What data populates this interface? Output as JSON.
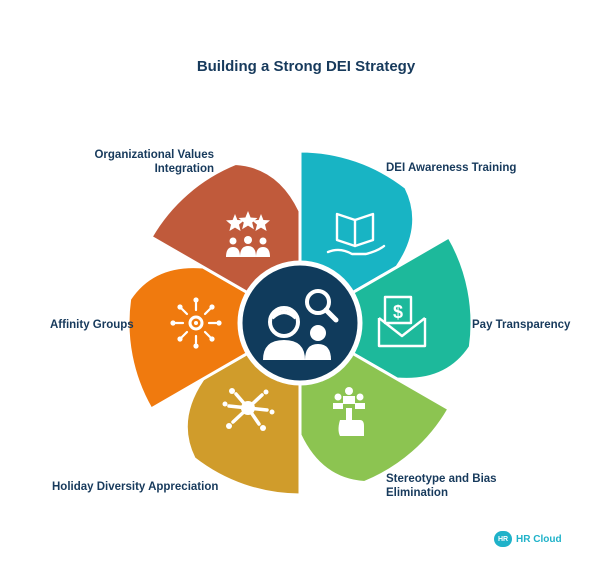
{
  "title": "Building a Strong DEI Strategy",
  "segments": [
    {
      "label": "DEI Awareness Training",
      "color": "#18b4c4",
      "icon": "open-book-hand-icon"
    },
    {
      "label": "Pay Transparency",
      "color": "#1db99b",
      "icon": "dollar-envelope-icon"
    },
    {
      "label": "Stereotype and Bias Elimination",
      "color": "#8cc451",
      "icon": "hand-pointing-people-icon"
    },
    {
      "label": "Holiday Diversity Appreciation",
      "color": "#d09c2b",
      "icon": "firework-celebration-icon"
    },
    {
      "label": "Affinity Groups",
      "color": "#f07a0e",
      "icon": "gear-network-icon"
    },
    {
      "label": "Organizational Values Integration",
      "color": "#c05a3b",
      "icon": "stars-team-icon"
    }
  ],
  "center": {
    "color": "#103b5c",
    "icon": "people-search-icon"
  },
  "brand": {
    "badge": "HR",
    "name": "HR Cloud"
  }
}
